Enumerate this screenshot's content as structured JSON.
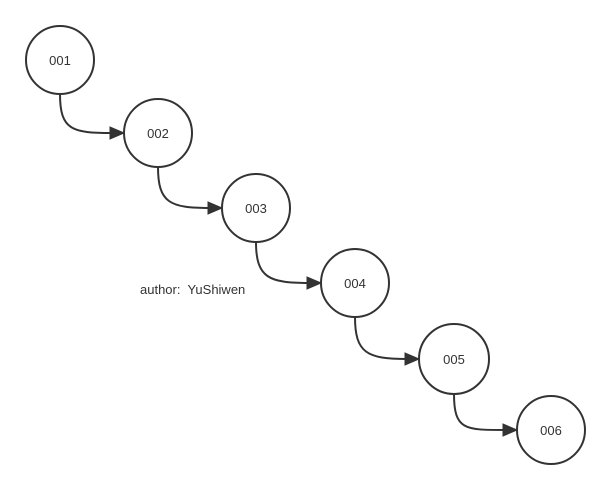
{
  "nodes": [
    {
      "id": "001",
      "label": "001"
    },
    {
      "id": "002",
      "label": "002"
    },
    {
      "id": "003",
      "label": "003"
    },
    {
      "id": "004",
      "label": "004"
    },
    {
      "id": "005",
      "label": "005"
    },
    {
      "id": "006",
      "label": "006"
    }
  ],
  "edges": [
    {
      "from": "001",
      "to": "002"
    },
    {
      "from": "002",
      "to": "003"
    },
    {
      "from": "003",
      "to": "004"
    },
    {
      "from": "004",
      "to": "005"
    },
    {
      "from": "005",
      "to": "006"
    }
  ],
  "annotation": {
    "text": "author:  YuShiwen"
  },
  "colors": {
    "stroke": "#333333",
    "fill": "#ffffff",
    "text": "#333333"
  }
}
